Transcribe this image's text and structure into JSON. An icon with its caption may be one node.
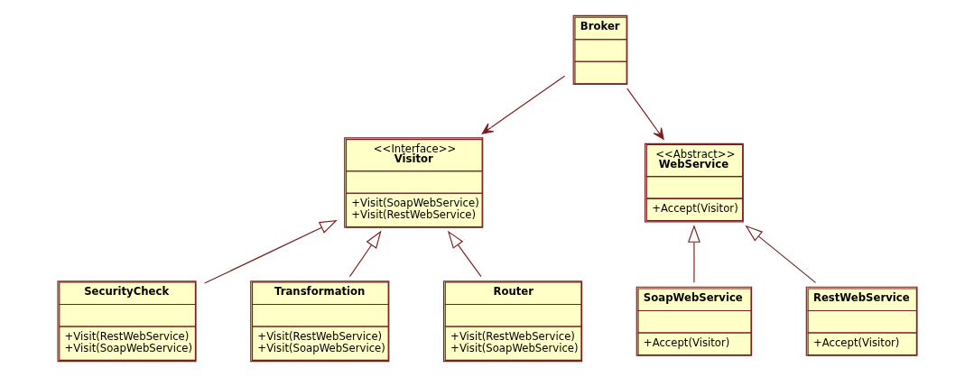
{
  "diagram": {
    "nodes": [
      {
        "text": [
          "Broker"
        ]
      },
      {
        "text": [
          "<<Interface>>",
          "Visitor",
          "+Visit(SoapWebService)",
          "+Visit(RestWebService)"
        ]
      },
      {
        "text": [
          "<<Abstract>>",
          "WebService",
          "+Accept(Visitor)"
        ]
      },
      {
        "text": [
          "SecurityCheck",
          "+Visit(RestWebService)",
          "+Visit(SoapWebService)"
        ]
      },
      {
        "text": [
          "Transformation",
          "+Visit(RestWebService)",
          "+Visit(SoapWebService)"
        ]
      },
      {
        "text": [
          "Router",
          "+Visit(RestWebService)",
          "+Visit(SoapWebService)"
        ]
      },
      {
        "text": [
          "SoapWebService",
          "+Accept(Visitor)"
        ]
      },
      {
        "text": [
          "RestWebService",
          "+Accept(Visitor)"
        ]
      }
    ],
    "edges": [
      {
        "from": 0,
        "to": 2,
        "arrow": "to"
      },
      {
        "from": 0,
        "to": 1,
        "arrow": "to"
      },
      {
        "from": 3,
        "to": 1,
        "arrow": "to"
      },
      {
        "from": 4,
        "to": 1,
        "arrow": "to"
      },
      {
        "from": 5,
        "to": 1,
        "arrow": "to"
      },
      {
        "from": 6,
        "to": 2,
        "arrow": "to"
      },
      {
        "from": 7,
        "to": 2,
        "arrow": "to"
      }
    ]
  }
}
